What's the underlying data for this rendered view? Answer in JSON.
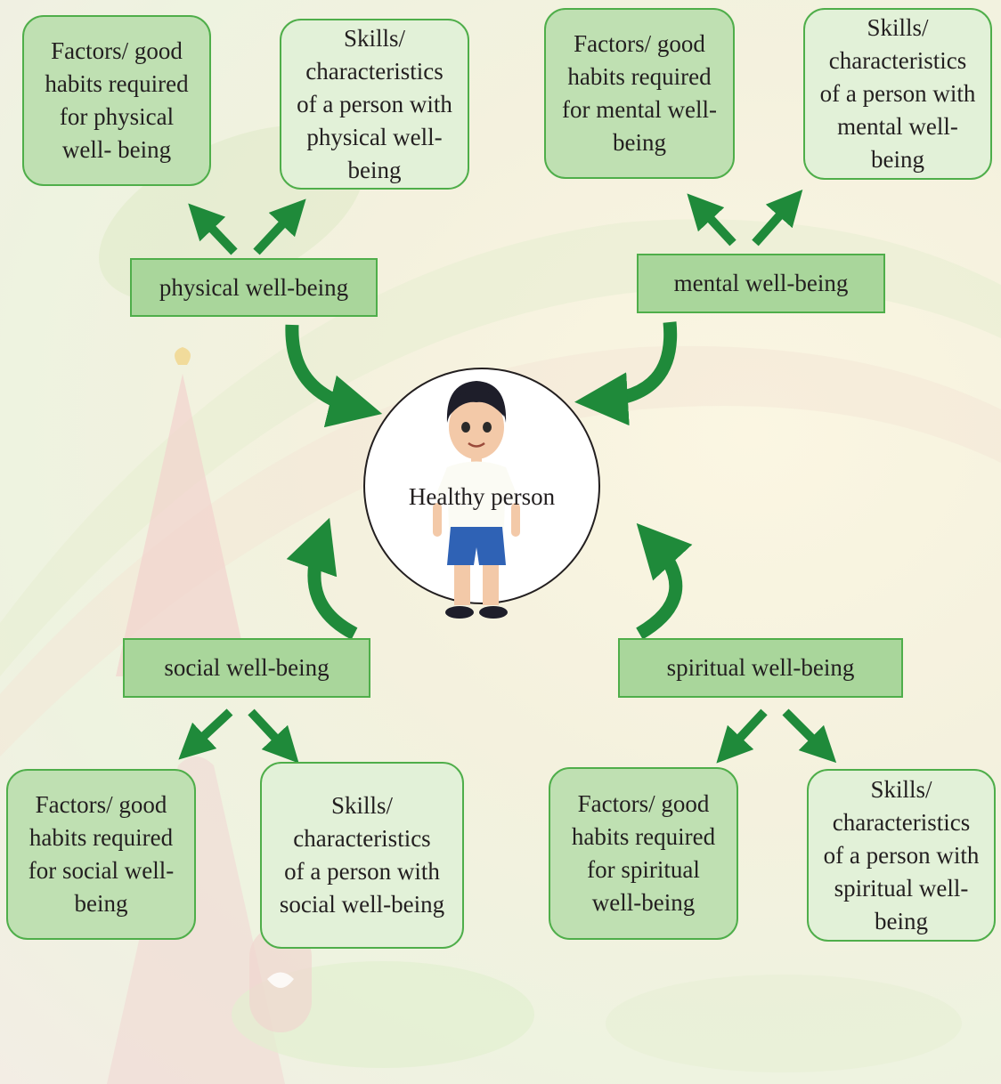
{
  "center": {
    "label": "Healthy person"
  },
  "physical": {
    "label": "physical well-being",
    "factors": [
      "Factors/ good",
      "habits required",
      "for physical",
      "well- being"
    ],
    "skills": [
      "Skills/",
      "characteristics",
      "of a person with",
      "physical well-",
      "being"
    ]
  },
  "mental": {
    "label": "mental well-being",
    "factors": [
      "Factors/ good",
      "habits required",
      "for mental well-",
      "being"
    ],
    "skills": [
      "Skills/",
      "characteristics",
      "of a person with",
      "mental well-",
      "being"
    ]
  },
  "social": {
    "label": "social well-being",
    "factors": [
      "Factors/ good",
      "habits required",
      "for social well-",
      "being"
    ],
    "skills": [
      "Skills/",
      "characteristics",
      "of a person with",
      "social well-being"
    ]
  },
  "spiritual": {
    "label": "spiritual well-being",
    "factors": [
      "Factors/ good",
      "habits required",
      "for spiritual",
      "well-being"
    ],
    "skills": [
      "Skills/",
      "characteristics",
      "of a person with",
      "spiritual well-",
      "being"
    ]
  },
  "colors": {
    "arrow": "#1f8a3a",
    "border": "#4fae4a",
    "label_fill": "#a9d69b",
    "box_dark": "#bfe0b2",
    "box_light": "#e2f1d8"
  },
  "icons": {
    "center_figure": "boy-figure-icon"
  }
}
